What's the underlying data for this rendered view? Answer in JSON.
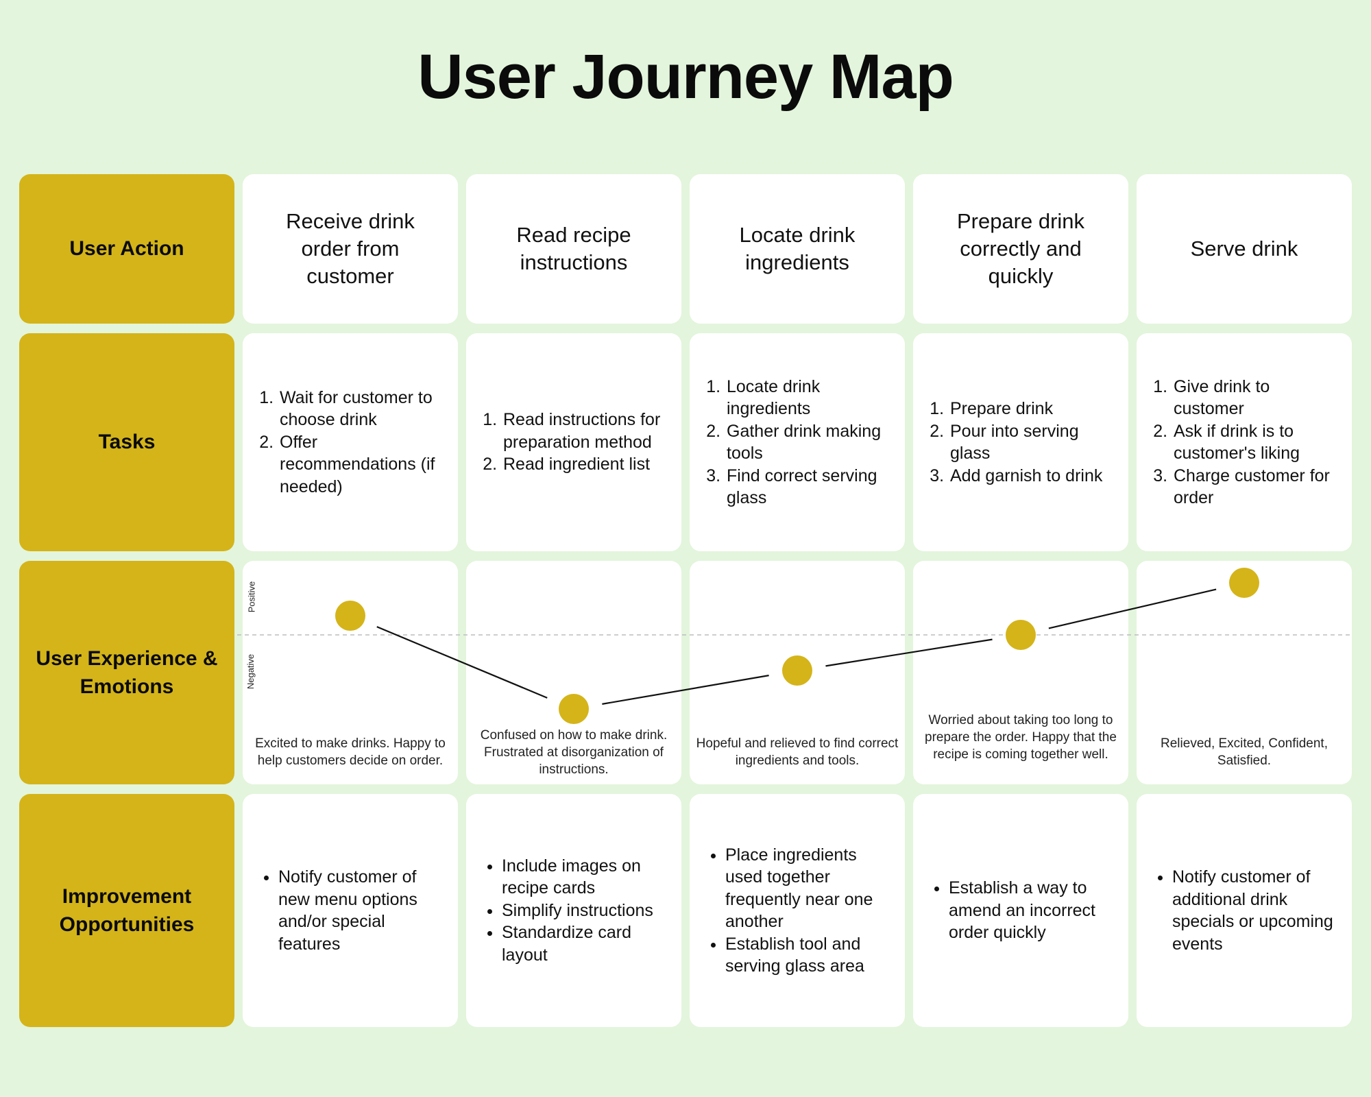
{
  "title": "User Journey Map",
  "row_headers": {
    "user_action": "User Action",
    "tasks": "Tasks",
    "experience": "User Experience & Emotions",
    "improvements": "Improvement Opportunities"
  },
  "emotion_axis": {
    "positive": "Positive",
    "negative": "Negative"
  },
  "stages": [
    {
      "action": "Receive drink order from customer",
      "tasks": [
        "Wait for customer to choose drink",
        "Offer recommendations (if needed)"
      ],
      "emotion_text": "Excited to make drinks. Happy to help customers decide on order.",
      "emotion_level": 0.35,
      "improvements": [
        "Notify customer of new menu options and/or special features"
      ]
    },
    {
      "action": "Read recipe instructions",
      "tasks": [
        "Read instructions for preparation method",
        "Read ingredient list"
      ],
      "emotion_text": "Confused on how to make drink. Frustrated at disorganization of instructions.",
      "emotion_level": -1.35,
      "improvements": [
        "Include images on recipe cards",
        "Simplify instructions",
        "Standardize card layout"
      ]
    },
    {
      "action": "Locate drink ingredients",
      "tasks": [
        "Locate drink ingredients",
        "Gather drink making tools",
        "Find correct serving glass"
      ],
      "emotion_text": "Hopeful and relieved to find correct ingredients and tools.",
      "emotion_level": -0.65,
      "improvements": [
        "Place ingredients used together frequently near one another",
        "Establish tool and serving glass area"
      ]
    },
    {
      "action": "Prepare drink correctly and quickly",
      "tasks": [
        "Prepare drink",
        "Pour into serving glass",
        "Add garnish to drink"
      ],
      "emotion_text": "Worried about taking too long to prepare the order. Happy that the recipe is coming together well.",
      "emotion_level": 0.0,
      "improvements": [
        "Establish a way to amend an incorrect order quickly"
      ]
    },
    {
      "action": "Serve drink",
      "tasks": [
        "Give drink to customer",
        "Ask if drink is to customer's liking",
        "Charge customer for order"
      ],
      "emotion_text": "Relieved, Excited, Confident, Satisfied.",
      "emotion_level": 0.95,
      "improvements": [
        "Notify customer of additional drink specials or upcoming events"
      ]
    }
  ],
  "colors": {
    "background": "#e3f5dc",
    "header": "#d4b419",
    "dot": "#d4b419",
    "cell": "#ffffff"
  }
}
